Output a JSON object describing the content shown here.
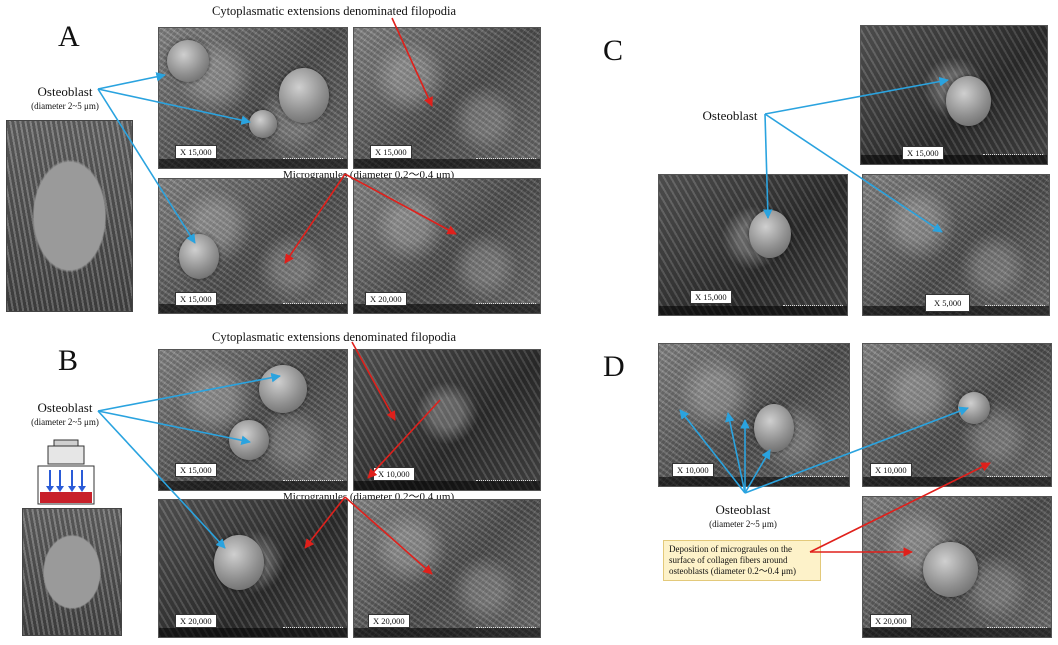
{
  "panels": {
    "A": {
      "letter": "A",
      "filopodia_caption": "Cytoplasmatic extensions denominated filopodia",
      "osteoblast_label": "Osteoblast",
      "osteoblast_diameter": "(diameter 2~5 μm)",
      "micro_caption": "Microgranules (diameter 0.2～0.4 μm)",
      "mags": [
        "X 15,000",
        "X 15,000",
        "X 15,000",
        "X 20,000"
      ]
    },
    "B": {
      "letter": "B",
      "filopodia_caption": "Cytoplasmatic extensions denominated filopodia",
      "osteoblast_label": "Osteoblast",
      "osteoblast_diameter": "(diameter 2~5 μm)",
      "micro_caption": "Microgranules (diameter 0.2～0.4 μm)",
      "mags": [
        "X 15,000",
        "X 10,000",
        "X 20,000",
        "X 20,000"
      ]
    },
    "C": {
      "letter": "C",
      "osteoblast_label": "Osteoblast",
      "mags": [
        "X 15,000",
        "X 15,000",
        "X 5,000"
      ]
    },
    "D": {
      "letter": "D",
      "osteoblast_label": "Osteoblast",
      "osteoblast_diameter": "(diameter 2~5 μm)",
      "callout": "Deposition of micrograules on the surface of collagen fibers around osteoblasts (diameter 0.2～0.4 μm)",
      "mags": [
        "X 10,000",
        "X 10,000",
        "X 20,000"
      ]
    }
  },
  "colors": {
    "arrow_blue": "#2aa3df",
    "arrow_red": "#e0201b",
    "callout_bg": "#fdf2c9"
  },
  "icons": [
    "compression-weight-icon"
  ]
}
